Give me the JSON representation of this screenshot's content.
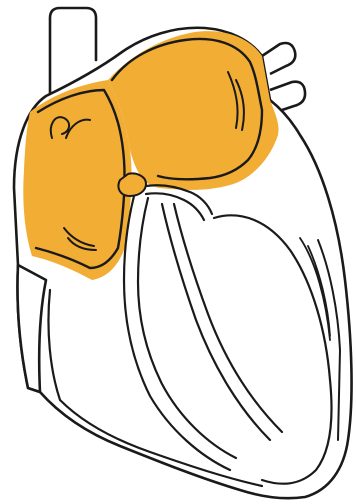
{
  "diagram": {
    "subject": "heart-cross-section",
    "highlighted_regions": [
      "right-atrium",
      "left-atrium"
    ],
    "colors": {
      "highlight": "#F2AD34",
      "outline": "#1a1a1a",
      "fill": "#ffffff"
    }
  }
}
